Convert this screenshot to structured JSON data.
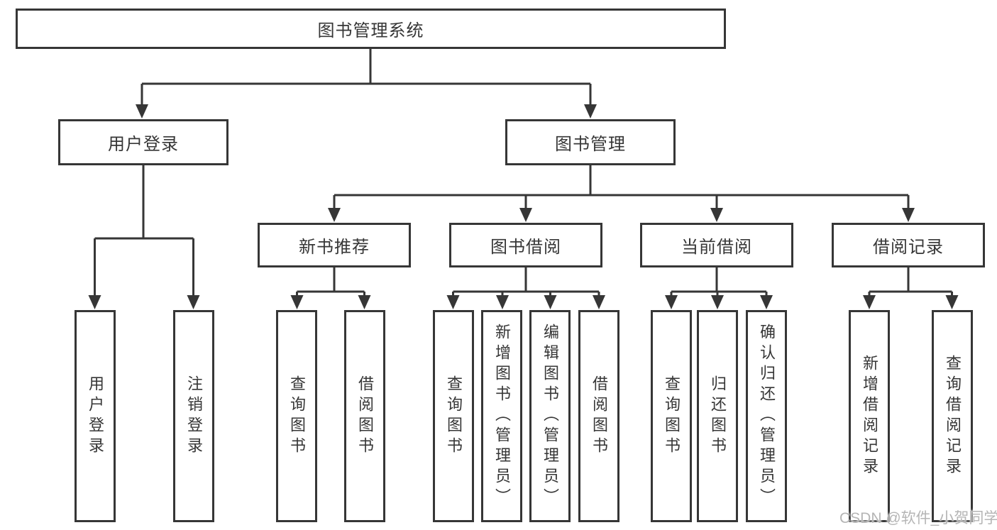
{
  "tree": {
    "root": "图书管理系统",
    "branches": [
      {
        "label": "用户登录",
        "children": [
          {
            "label": "用户登录"
          },
          {
            "label": "注销登录"
          }
        ]
      },
      {
        "label": "图书管理",
        "children": [
          {
            "label": "新书推荐",
            "children": [
              {
                "label": "查询图书"
              },
              {
                "label": "借阅图书"
              }
            ]
          },
          {
            "label": "图书借阅",
            "children": [
              {
                "label": "查询图书"
              },
              {
                "label": "新增图书（管理员）"
              },
              {
                "label": "编辑图书（管理员）"
              },
              {
                "label": "借阅图书"
              }
            ]
          },
          {
            "label": "当前借阅",
            "children": [
              {
                "label": "查询图书"
              },
              {
                "label": "归还图书"
              },
              {
                "label": "确认归还（管理员）"
              }
            ]
          },
          {
            "label": "借阅记录",
            "children": [
              {
                "label": "新增借阅记录"
              },
              {
                "label": "查询借阅记录"
              }
            ]
          }
        ]
      }
    ]
  },
  "watermark": "CSDN @软件_小贺同学",
  "colors": {
    "line": "#363636",
    "box_border": "#363636",
    "box_fill": "#ffffff",
    "text": "#363636",
    "watermark": "#b5b5b5"
  }
}
